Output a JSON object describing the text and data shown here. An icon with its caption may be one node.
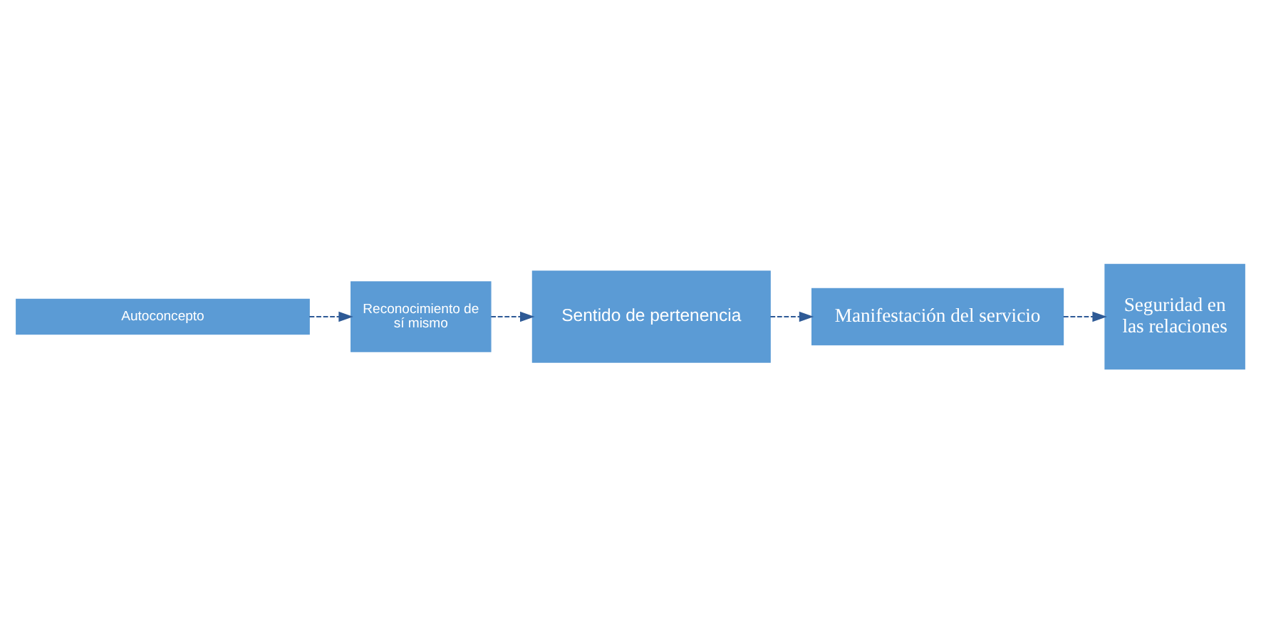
{
  "diagram": {
    "nodes": [
      {
        "text": [
          "Manifestación del servicio"
        ]
      },
      {
        "text": [
          "Seguridad en las relaciones"
        ]
      },
      {
        "text": [
          "Sentido de pertenencia"
        ]
      },
      {
        "text": [
          "Reconocimiento de sí mismo"
        ]
      },
      {
        "text": [
          "Autoconcepto"
        ]
      }
    ],
    "edges": [
      {
        "from": 4,
        "to": 3,
        "arrow": "to",
        "style": "dashed"
      },
      {
        "from": 3,
        "to": 2,
        "arrow": "to",
        "style": "dashed"
      },
      {
        "from": 2,
        "to": 0,
        "arrow": "to",
        "style": "dashed"
      },
      {
        "from": 0,
        "to": 1,
        "arrow": "to",
        "style": "dashed"
      }
    ]
  }
}
